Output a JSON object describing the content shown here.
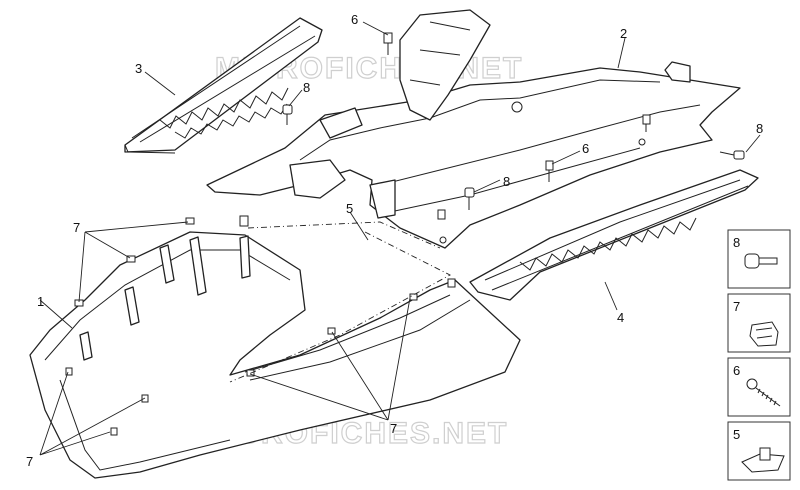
{
  "watermark": "MICROFICHES.NET",
  "callouts": {
    "c1": "1",
    "c2": "2",
    "c3": "3",
    "c4": "4",
    "c5": "5",
    "c6a": "6",
    "c6b": "6",
    "c8a": "8",
    "c8b": "8",
    "c8c": "8",
    "c7a": "7",
    "c7b": "7",
    "c7c": "7"
  },
  "legend": [
    {
      "number": "8",
      "icon": "screw-icon"
    },
    {
      "number": "7",
      "icon": "clip-icon"
    },
    {
      "number": "6",
      "icon": "self-tapping-screw-icon"
    },
    {
      "number": "5",
      "icon": "clip-nut-icon"
    }
  ]
}
